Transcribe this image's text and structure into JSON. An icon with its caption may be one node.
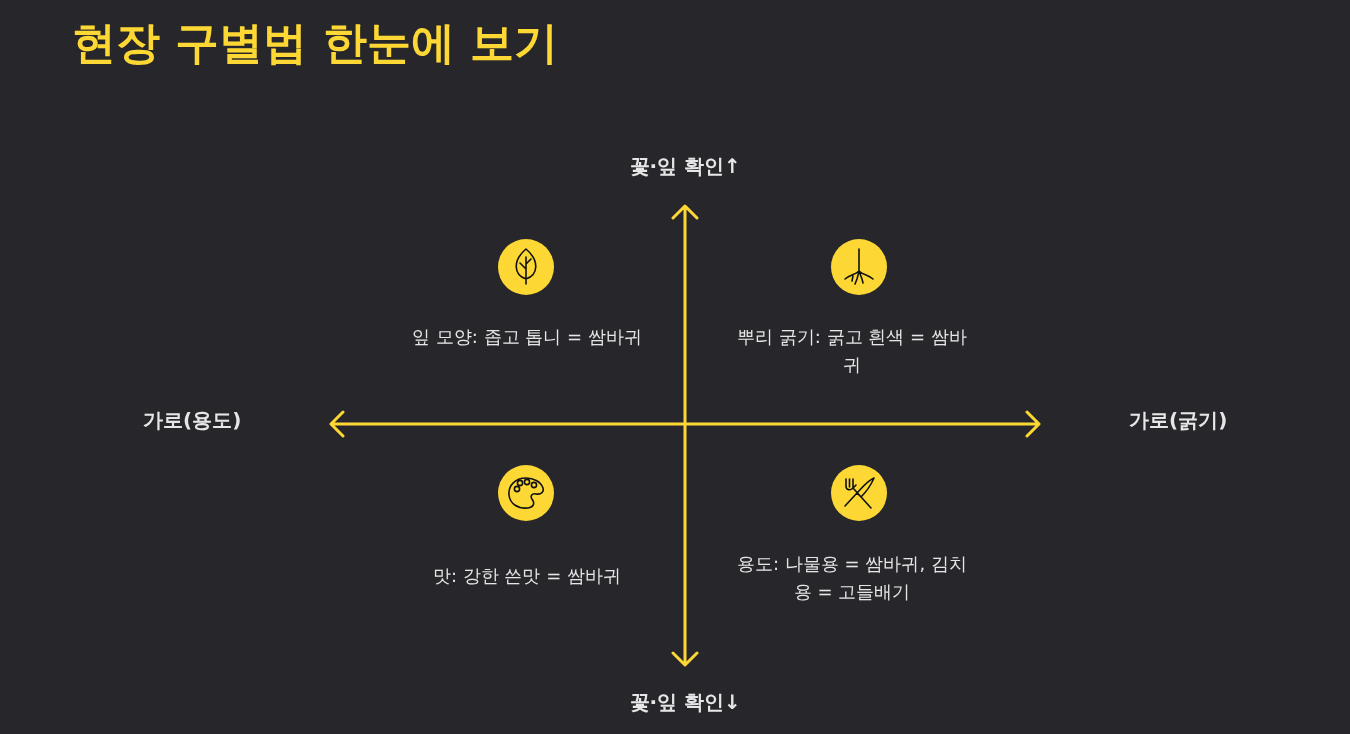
{
  "diagram": {
    "title": "현장 구별법 한눈에 보기",
    "labels": [
      "꽃·잎 확인↑",
      "잎 모양: 좁고 톱니 = 쌈바귀",
      "뿌리 굵기: 굵고 흰색 = 쌈바귀",
      "가로(용도)",
      "가로(굵기)",
      "맛: 강한 쓴맛 = 쌈바귀",
      "용도: 나물용 = 쌈바귀, 김치용 = 고들배기",
      "꽃·잎 확인↓"
    ]
  }
}
